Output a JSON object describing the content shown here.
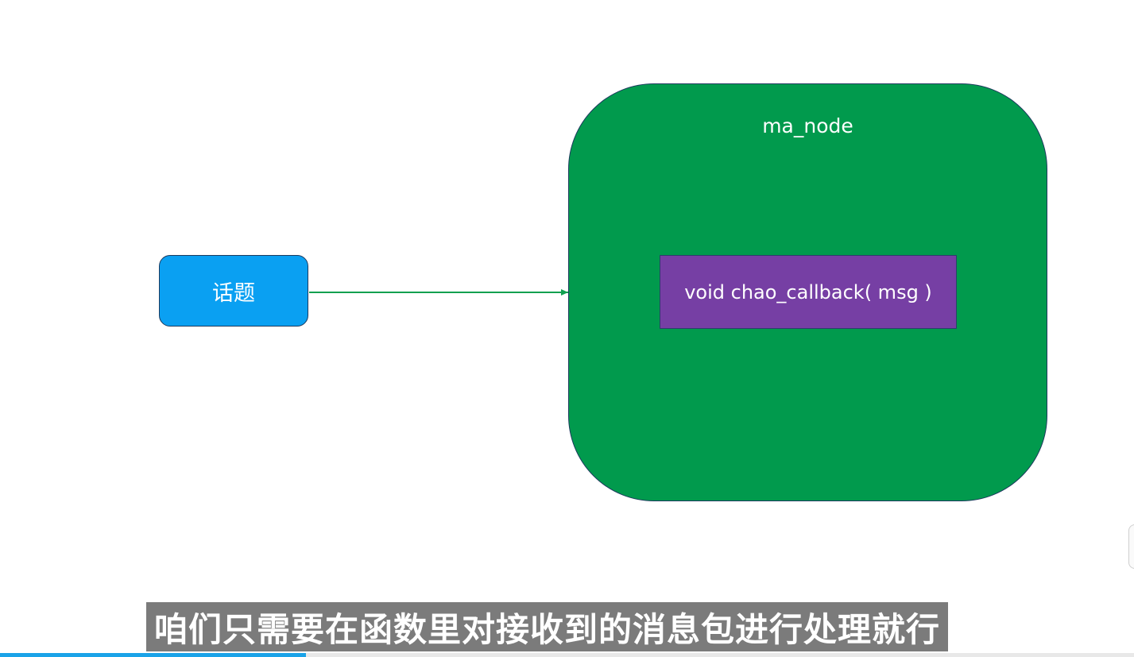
{
  "diagram": {
    "topic_label": "话题",
    "node_label": "ma_node",
    "callback_label": "void chao_callback( msg )",
    "colors": {
      "topic_fill": "#0aa0f2",
      "node_fill": "#019a4d",
      "callback_fill": "#763fa4",
      "arrow": "#10a050"
    }
  },
  "subtitle": {
    "text": "咱们只需要在函数里对接收到的消息包进行处理就行"
  },
  "player": {
    "progress": 0.27
  }
}
